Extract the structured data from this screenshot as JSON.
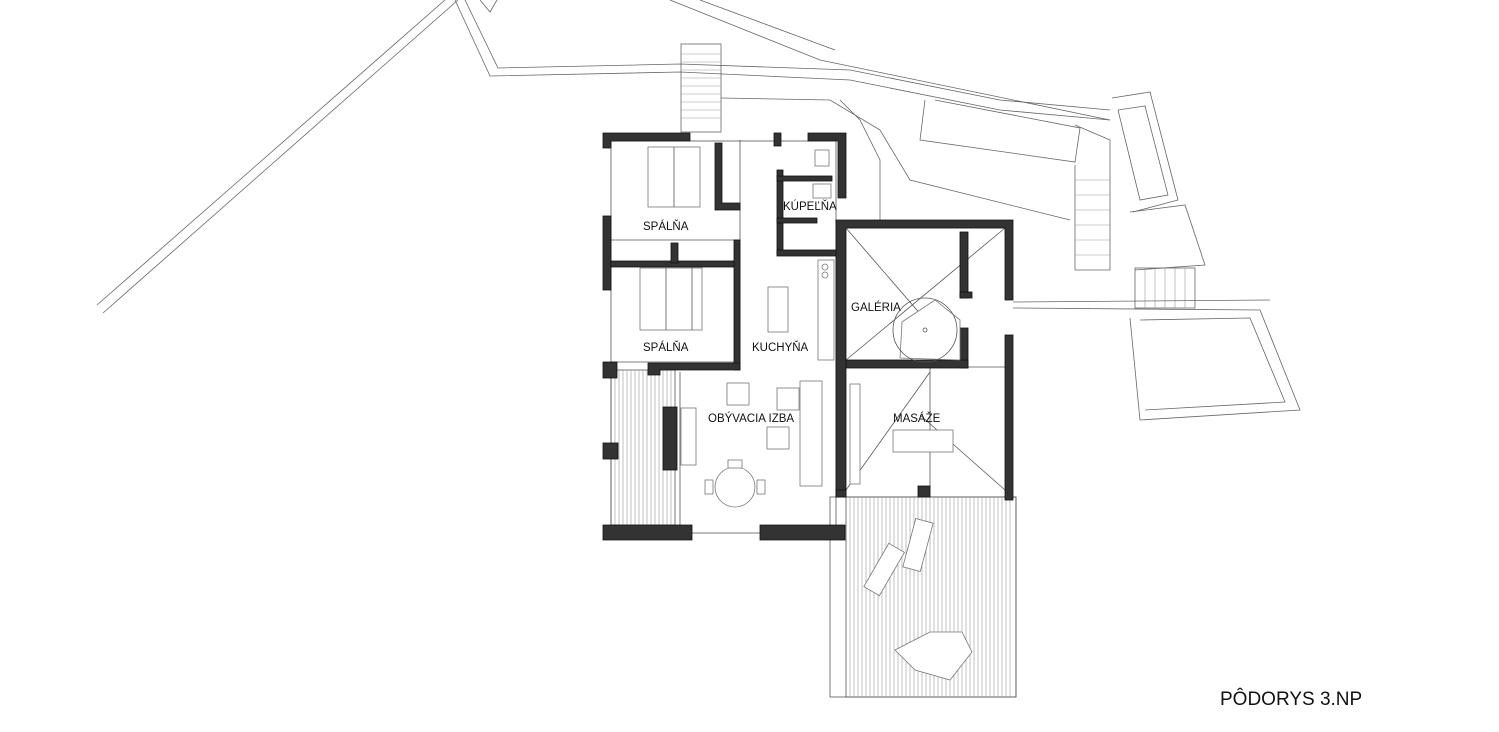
{
  "drawing": {
    "title": "PÔDORYS 3.NP",
    "rooms": [
      {
        "label": "SPÁLŇA"
      },
      {
        "label": "SPÁLŇA"
      },
      {
        "label": "KÚPEĽŇA"
      },
      {
        "label": "KUCHYŇA"
      },
      {
        "label": "GALÉRIA"
      },
      {
        "label": "OBÝVACIA IZBA"
      },
      {
        "label": "MASÁŽE"
      }
    ],
    "colors": {
      "wall": "#333333",
      "line": "#555555",
      "background": "#ffffff"
    }
  }
}
